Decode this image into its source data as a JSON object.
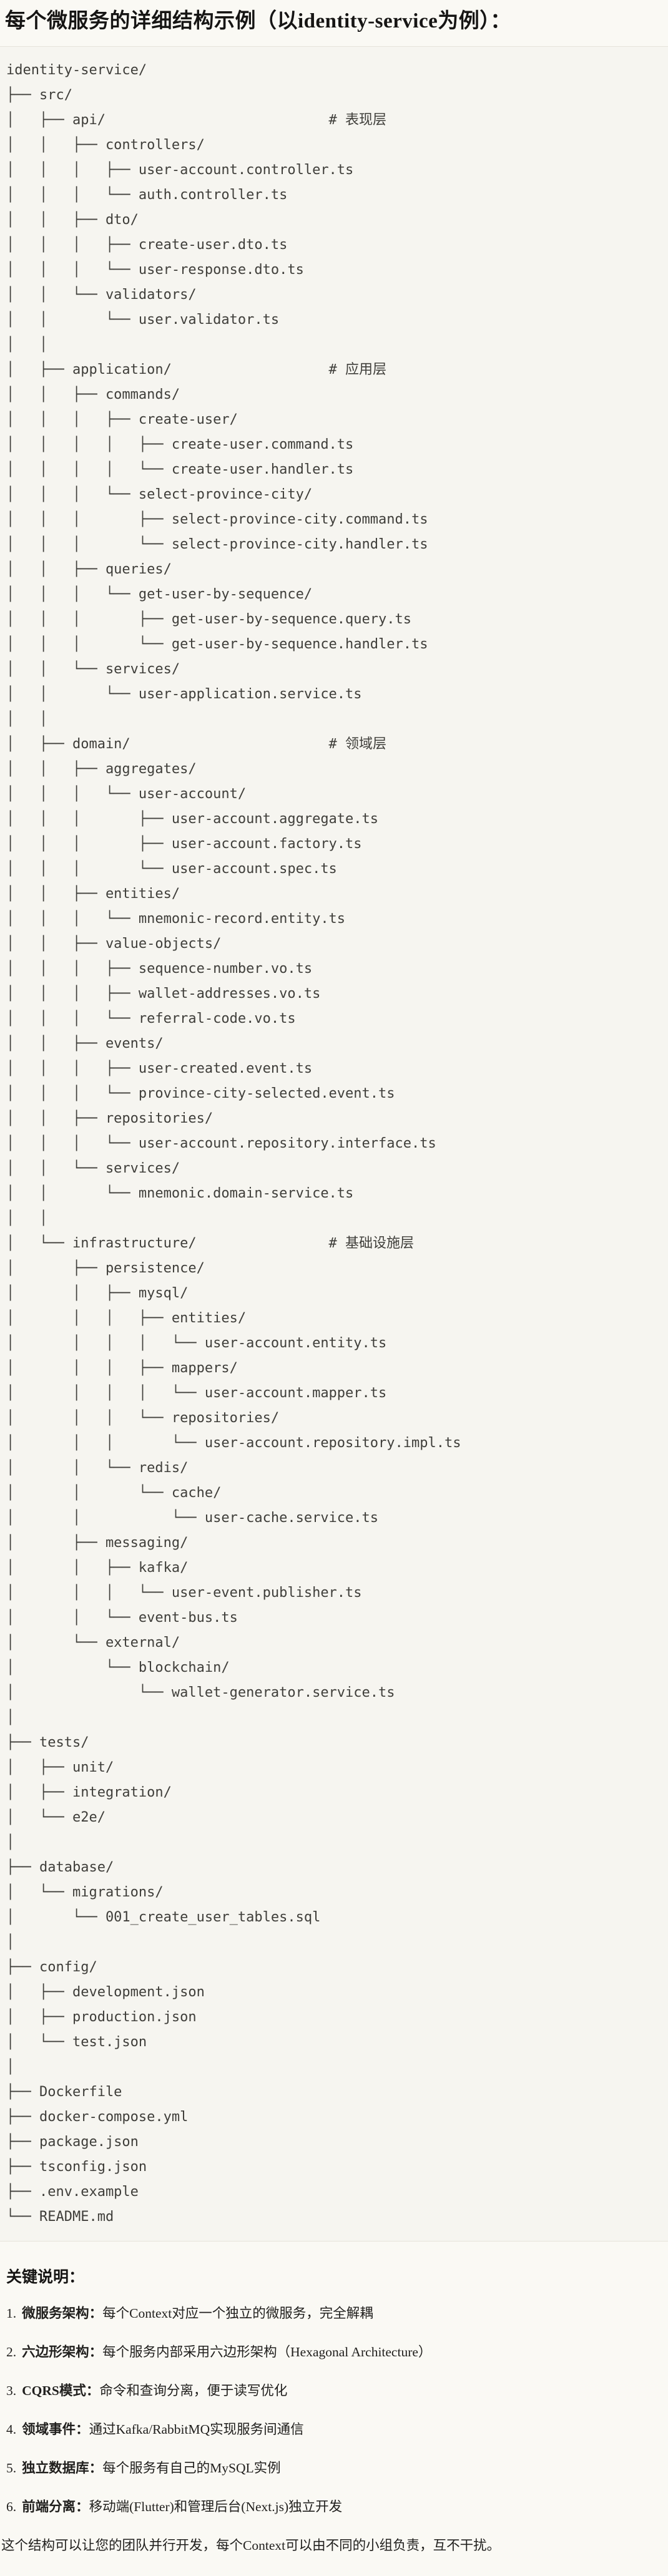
{
  "heading": "每个微服务的详细结构示例（以identity-service为例）：",
  "tree": {
    "lines": [
      "identity-service/",
      "├── src/",
      "│   ├── api/                           # 表现层",
      "│   │   ├── controllers/",
      "│   │   │   ├── user-account.controller.ts",
      "│   │   │   └── auth.controller.ts",
      "│   │   ├── dto/",
      "│   │   │   ├── create-user.dto.ts",
      "│   │   │   └── user-response.dto.ts",
      "│   │   └── validators/",
      "│   │       └── user.validator.ts",
      "│   │",
      "│   ├── application/                   # 应用层",
      "│   │   ├── commands/",
      "│   │   │   ├── create-user/",
      "│   │   │   │   ├── create-user.command.ts",
      "│   │   │   │   └── create-user.handler.ts",
      "│   │   │   └── select-province-city/",
      "│   │   │       ├── select-province-city.command.ts",
      "│   │   │       └── select-province-city.handler.ts",
      "│   │   ├── queries/",
      "│   │   │   └── get-user-by-sequence/",
      "│   │   │       ├── get-user-by-sequence.query.ts",
      "│   │   │       └── get-user-by-sequence.handler.ts",
      "│   │   └── services/",
      "│   │       └── user-application.service.ts",
      "│   │",
      "│   ├── domain/                        # 领域层",
      "│   │   ├── aggregates/",
      "│   │   │   └── user-account/",
      "│   │   │       ├── user-account.aggregate.ts",
      "│   │   │       ├── user-account.factory.ts",
      "│   │   │       └── user-account.spec.ts",
      "│   │   ├── entities/",
      "│   │   │   └── mnemonic-record.entity.ts",
      "│   │   ├── value-objects/",
      "│   │   │   ├── sequence-number.vo.ts",
      "│   │   │   ├── wallet-addresses.vo.ts",
      "│   │   │   └── referral-code.vo.ts",
      "│   │   ├── events/",
      "│   │   │   ├── user-created.event.ts",
      "│   │   │   └── province-city-selected.event.ts",
      "│   │   ├── repositories/",
      "│   │   │   └── user-account.repository.interface.ts",
      "│   │   └── services/",
      "│   │       └── mnemonic.domain-service.ts",
      "│   │",
      "│   └── infrastructure/                # 基础设施层",
      "│       ├── persistence/",
      "│       │   ├── mysql/",
      "│       │   │   ├── entities/",
      "│       │   │   │   └── user-account.entity.ts",
      "│       │   │   ├── mappers/",
      "│       │   │   │   └── user-account.mapper.ts",
      "│       │   │   └── repositories/",
      "│       │   │       └── user-account.repository.impl.ts",
      "│       │   └── redis/",
      "│       │       └── cache/",
      "│       │           └── user-cache.service.ts",
      "│       ├── messaging/",
      "│       │   ├── kafka/",
      "│       │   │   └── user-event.publisher.ts",
      "│       │   └── event-bus.ts",
      "│       └── external/",
      "│           └── blockchain/",
      "│               └── wallet-generator.service.ts",
      "│",
      "├── tests/",
      "│   ├── unit/",
      "│   ├── integration/",
      "│   └── e2e/",
      "│",
      "├── database/",
      "│   └── migrations/",
      "│       └── 001_create_user_tables.sql",
      "│",
      "├── config/",
      "│   ├── development.json",
      "│   ├── production.json",
      "│   └── test.json",
      "│",
      "├── Dockerfile",
      "├── docker-compose.yml",
      "├── package.json",
      "├── tsconfig.json",
      "├── .env.example",
      "└── README.md"
    ]
  },
  "notes": {
    "heading": "关键说明：",
    "items": [
      {
        "num": "1.",
        "term": "微服务架构：",
        "desc": "每个Context对应一个独立的微服务，完全解耦"
      },
      {
        "num": "2.",
        "term": "六边形架构：",
        "desc": "每个服务内部采用六边形架构（Hexagonal Architecture）"
      },
      {
        "num": "3.",
        "term": "CQRS模式：",
        "desc": "命令和查询分离，便于读写优化"
      },
      {
        "num": "4.",
        "term": "领域事件：",
        "desc": "通过Kafka/RabbitMQ实现服务间通信"
      },
      {
        "num": "5.",
        "term": "独立数据库：",
        "desc": "每个服务有自己的MySQL实例"
      },
      {
        "num": "6.",
        "term": "前端分离：",
        "desc": "移动端(Flutter)和管理后台(Next.js)独立开发"
      }
    ]
  },
  "closing": "这个结构可以让您的团队并行开发，每个Context可以由不同的小组负责，互不干扰。",
  "colors": {
    "page_bg": "#faf9f4",
    "code_bg": "#f6f5f0",
    "divider": "#e6e4db",
    "tree_text": "#3f3e3a",
    "heading_text": "#161514"
  }
}
